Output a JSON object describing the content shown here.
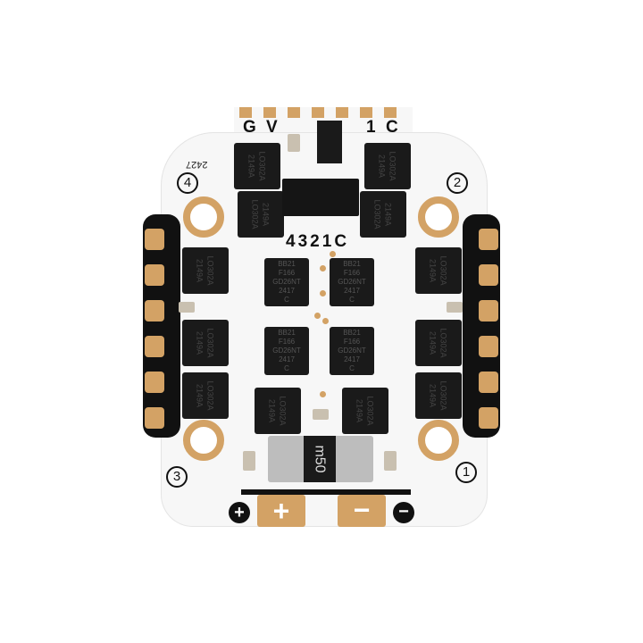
{
  "top_pads": {
    "labels": [
      "G",
      "V",
      "1",
      "C"
    ]
  },
  "connector_label": [
    "4",
    "3",
    "2",
    "1",
    "C"
  ],
  "corner_numbers": [
    "4",
    "2",
    "3",
    "1"
  ],
  "silk_code": "2427",
  "mosfet": {
    "line1": "LO302A",
    "line2": "2149A"
  },
  "driver": {
    "lines": [
      "BB21",
      "F166",
      "GD26NT",
      "2417",
      "C"
    ]
  },
  "shunt_label": "m50",
  "power": {
    "plus": "+",
    "minus": "−"
  },
  "colors": {
    "board": "#f7f7f7",
    "pads": "#d3a265",
    "chips": "#1a1a1a"
  }
}
